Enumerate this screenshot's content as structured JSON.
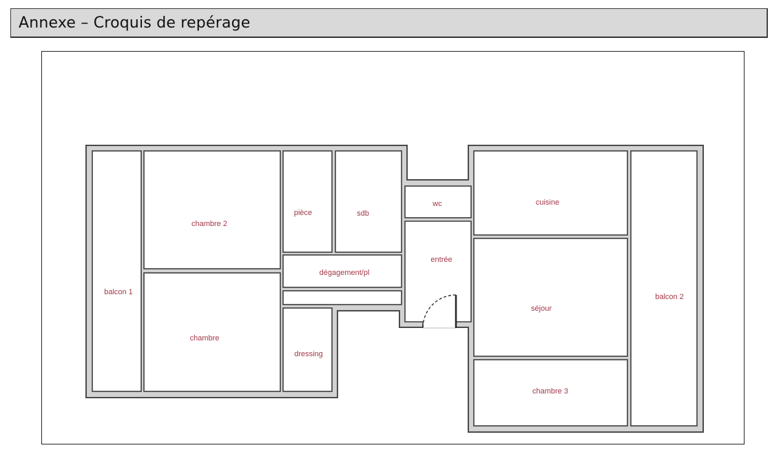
{
  "header": {
    "title": "Annexe – Croquis de repérage"
  },
  "colors": {
    "wall_fill": "#d2d2d2",
    "wall_outline": "#4a4a4a",
    "label": "#a33848",
    "header_bg": "#d9d9d9"
  },
  "rooms": [
    {
      "id": "balcon-1",
      "label": "balcon 1"
    },
    {
      "id": "chambre-2",
      "label": "chambre 2"
    },
    {
      "id": "chambre",
      "label": "chambre"
    },
    {
      "id": "piece",
      "label": "pièce"
    },
    {
      "id": "sdb",
      "label": "sdb"
    },
    {
      "id": "degagement",
      "label": "dégagement/pl"
    },
    {
      "id": "dressing",
      "label": "dressing"
    },
    {
      "id": "wc",
      "label": "wc"
    },
    {
      "id": "entree",
      "label": "entrée"
    },
    {
      "id": "cuisine",
      "label": "cuisine"
    },
    {
      "id": "sejour",
      "label": "séjour"
    },
    {
      "id": "chambre-3",
      "label": "chambre 3"
    },
    {
      "id": "balcon-2",
      "label": "balcon 2"
    }
  ]
}
